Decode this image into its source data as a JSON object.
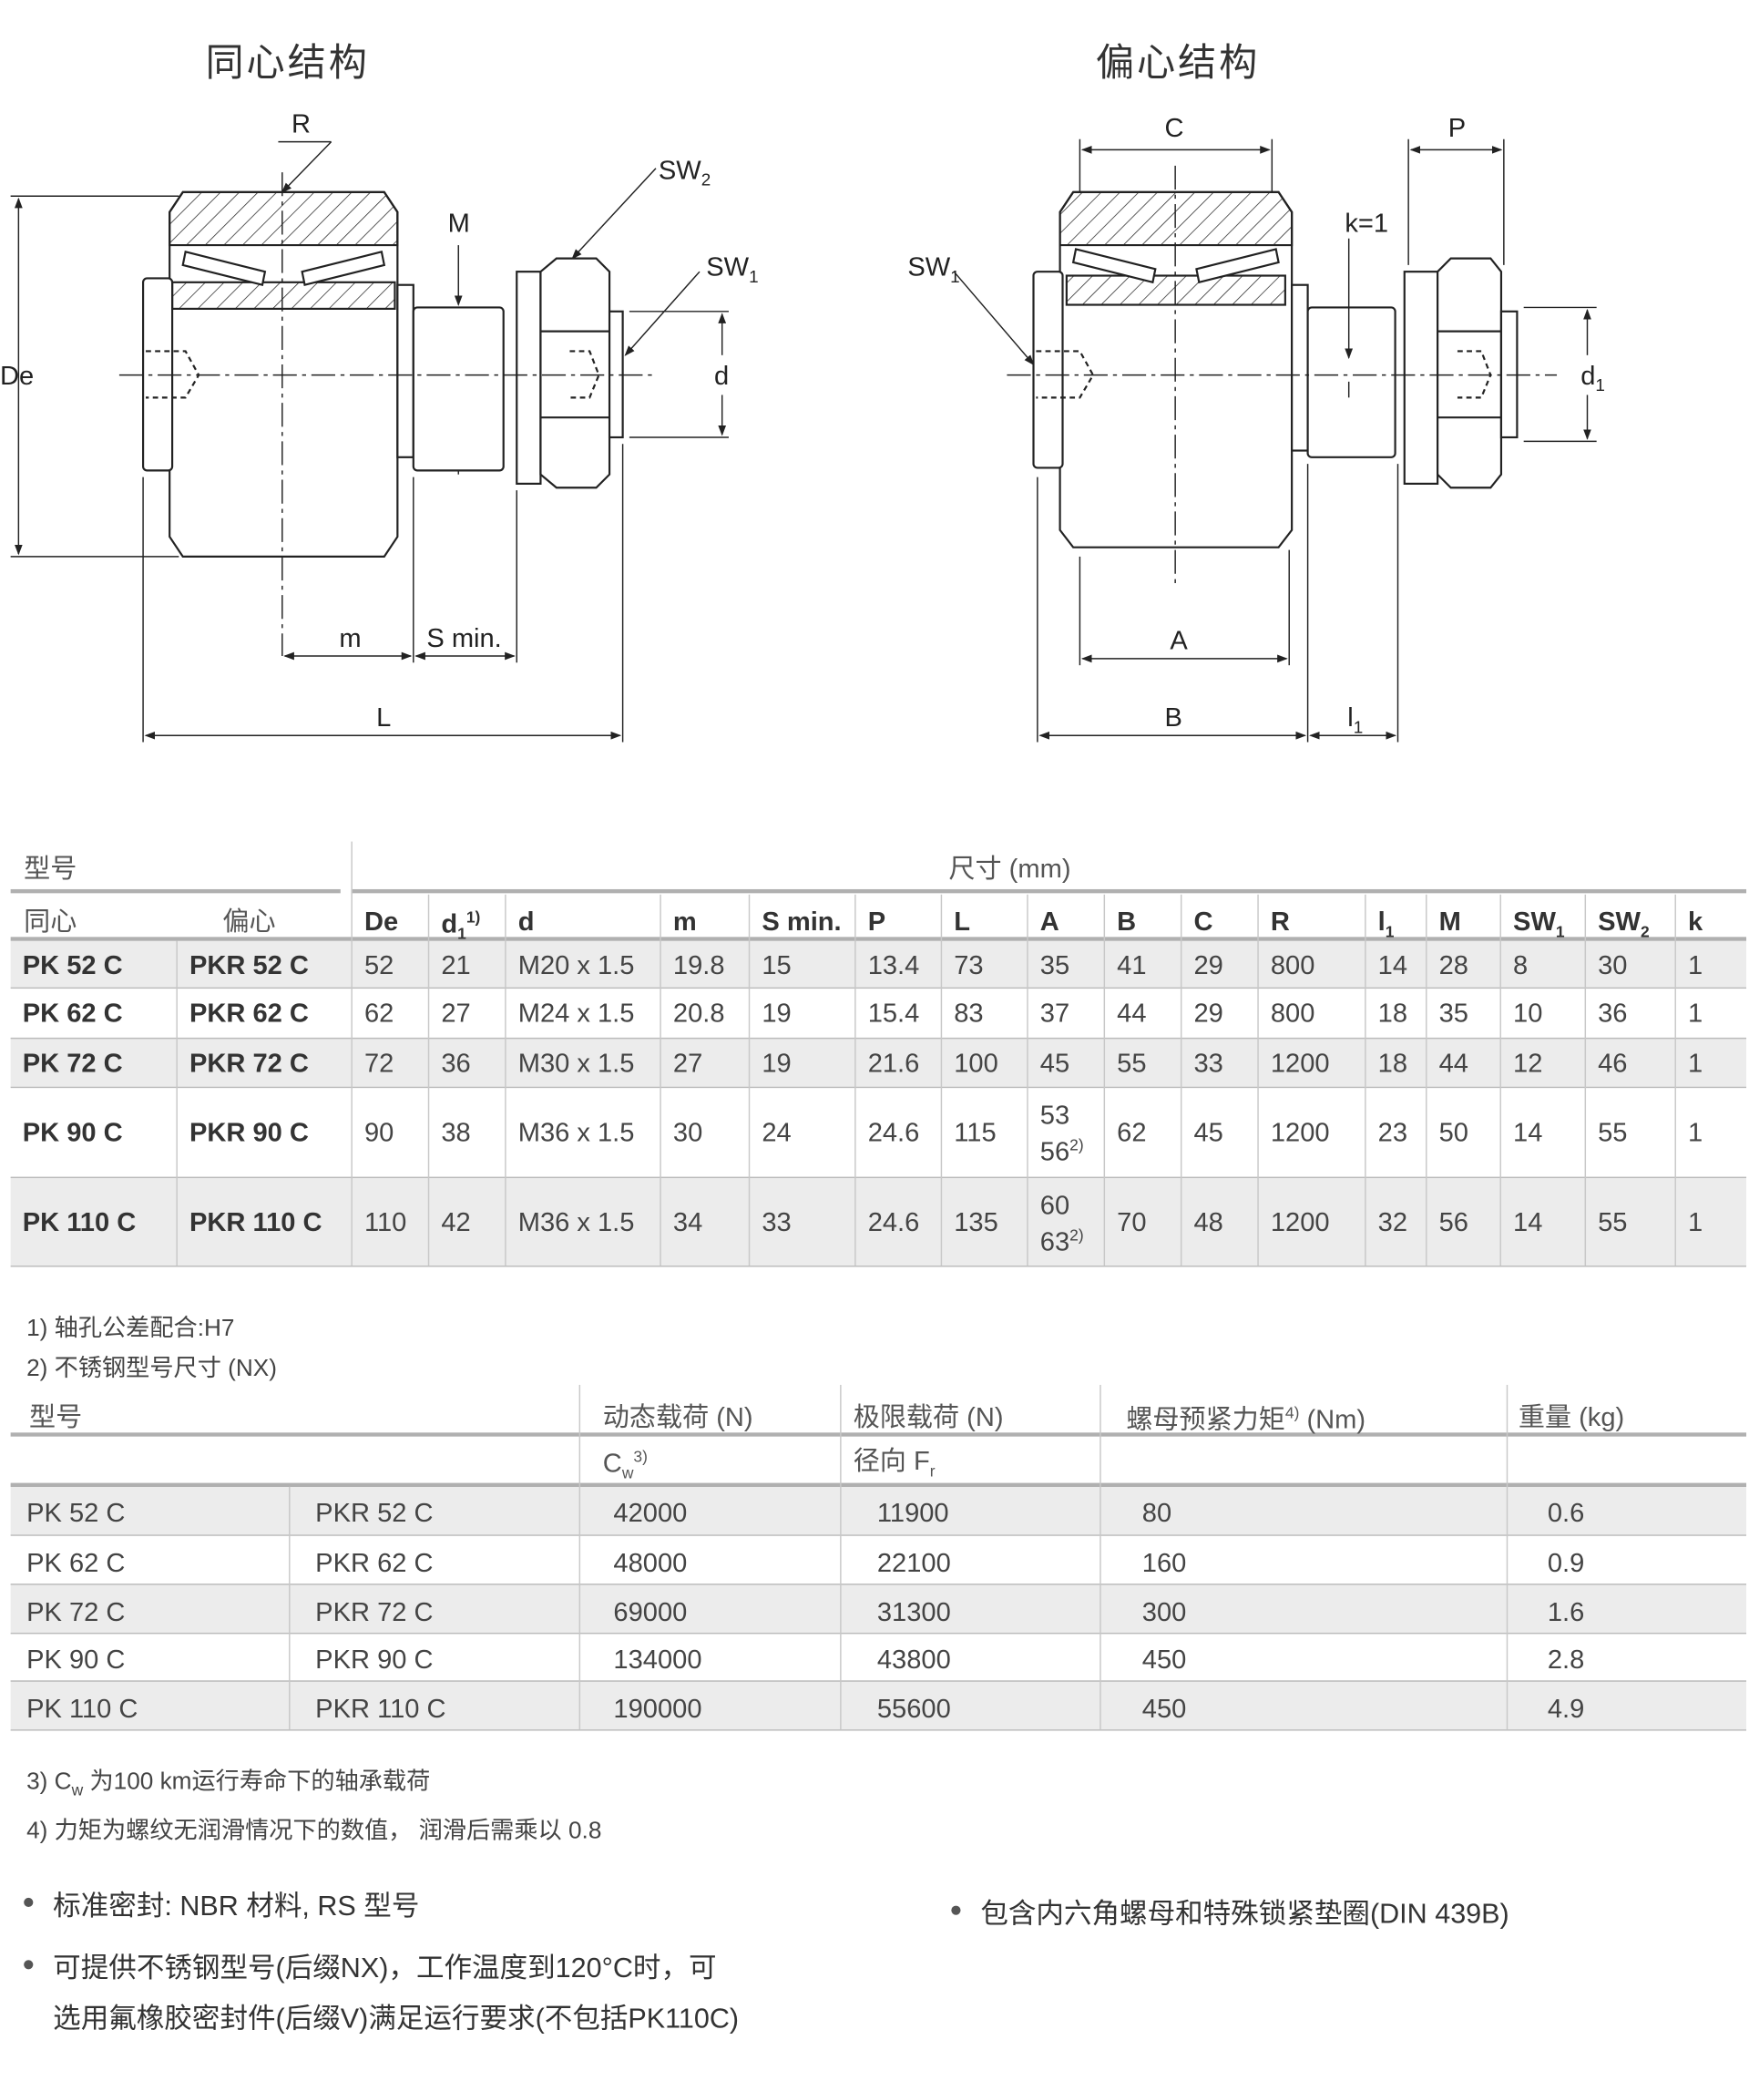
{
  "drawings": {
    "concentric_title": "同心结构",
    "eccentric_title": "偏心结构",
    "concentric_labels": {
      "R": "R",
      "M": "M",
      "SW2": "SW",
      "SW2_sub": "2",
      "SW1": "SW",
      "SW1_sub": "1",
      "De": "De",
      "d": "d",
      "m": "m",
      "Smin": "S min.",
      "L": "L"
    },
    "eccentric_labels": {
      "C": "C",
      "P": "P",
      "k": "k=1",
      "SW1": "SW",
      "SW1_sub": "1",
      "d1": "d",
      "d1_sub": "1",
      "A": "A",
      "B": "B",
      "l1": "l",
      "l1_sub": "1"
    }
  },
  "table1": {
    "type_header": "型号",
    "dims_header": "尺寸 (mm)",
    "col_concentric": "同心",
    "col_eccentric": "偏心",
    "columns": [
      {
        "main": "De"
      },
      {
        "main": "d",
        "sub": "1",
        "sup": "1)"
      },
      {
        "main": "d"
      },
      {
        "main": "m"
      },
      {
        "main": "S min."
      },
      {
        "main": "P"
      },
      {
        "main": "L"
      },
      {
        "main": "A"
      },
      {
        "main": "B"
      },
      {
        "main": "C"
      },
      {
        "main": "R"
      },
      {
        "main": "l",
        "sub": "1"
      },
      {
        "main": "M"
      },
      {
        "main": "SW",
        "sub": "1"
      },
      {
        "main": "SW",
        "sub": "2"
      },
      {
        "main": "k"
      }
    ],
    "rows": [
      {
        "c": "PK 52 C",
        "e": "PKR 52 C",
        "v": [
          "52",
          "21",
          "M20 x 1.5",
          "19.8",
          "15",
          "13.4",
          "73",
          "35",
          "41",
          "29",
          "800",
          "14",
          "28",
          "8",
          "30",
          "1"
        ]
      },
      {
        "c": "PK 62 C",
        "e": "PKR 62 C",
        "v": [
          "62",
          "27",
          "M24 x 1.5",
          "20.8",
          "19",
          "15.4",
          "83",
          "37",
          "44",
          "29",
          "800",
          "18",
          "35",
          "10",
          "36",
          "1"
        ]
      },
      {
        "c": "PK 72 C",
        "e": "PKR 72 C",
        "v": [
          "72",
          "36",
          "M30 x 1.5",
          "27",
          "19",
          "21.6",
          "100",
          "45",
          "55",
          "33",
          "1200",
          "18",
          "44",
          "12",
          "46",
          "1"
        ]
      },
      {
        "c": "PK 90 C",
        "e": "PKR 90 C",
        "v": [
          "90",
          "38",
          "M36 x 1.5",
          "30",
          "24",
          "24.6",
          "115",
          "53",
          "62",
          "45",
          "1200",
          "23",
          "50",
          "14",
          "55",
          "1"
        ],
        "a_alt": {
          "value": "56",
          "note": "2)"
        }
      },
      {
        "c": "PK 110 C",
        "e": "PKR 110 C",
        "v": [
          "110",
          "42",
          "M36 x 1.5",
          "34",
          "33",
          "24.6",
          "135",
          "60",
          "70",
          "48",
          "1200",
          "32",
          "56",
          "14",
          "55",
          "1"
        ],
        "a_alt": {
          "value": "63",
          "note": "2)"
        }
      }
    ]
  },
  "notes1": [
    "1) 轴孔公差配合:H7",
    "2) 不锈钢型号尺寸 (NX)"
  ],
  "table2": {
    "type_header": "型号",
    "headers": [
      {
        "main": "动态载荷 (N)",
        "sub_main": "C",
        "sub_sub": "w",
        "sub_sup": "3)"
      },
      {
        "main": "极限载荷 (N)",
        "sub_main": "径向 F",
        "sub_sub": "r"
      },
      {
        "main": "螺母预紧力矩",
        "sup": "4)",
        "tail": " (Nm)"
      },
      {
        "main": "重量 (kg)"
      }
    ],
    "rows": [
      {
        "c": "PK 52 C",
        "e": "PKR 52 C",
        "v": [
          "42000",
          "11900",
          "80",
          "0.6"
        ]
      },
      {
        "c": "PK 62 C",
        "e": "PKR 62 C",
        "v": [
          "48000",
          "22100",
          "160",
          "0.9"
        ]
      },
      {
        "c": "PK 72 C",
        "e": "PKR 72 C",
        "v": [
          "69000",
          "31300",
          "300",
          "1.6"
        ]
      },
      {
        "c": "PK 90 C",
        "e": "PKR 90 C",
        "v": [
          "134000",
          "43800",
          "450",
          "2.8"
        ]
      },
      {
        "c": "PK 110 C",
        "e": "PKR 110 C",
        "v": [
          "190000",
          "55600",
          "450",
          "4.9"
        ]
      }
    ]
  },
  "notes2": {
    "n3_pre": "3) C",
    "n3_sub": "w",
    "n3_post": " 为100 km运行寿命下的轴承载荷",
    "n4": "4) 力矩为螺纹无润滑情况下的数值， 润滑后需乘以 0.8"
  },
  "bullets": {
    "left1": "标准密封: NBR 材料, RS 型号",
    "left2a": "可提供不锈钢型号(后缀NX)，工作温度到120°C时，可",
    "left2b": "选用氟橡胶密封件(后缀V)满足运行要求(不包括PK110C)",
    "right1": "包含内六角螺母和特殊锁紧垫圈(DIN 439B)"
  }
}
